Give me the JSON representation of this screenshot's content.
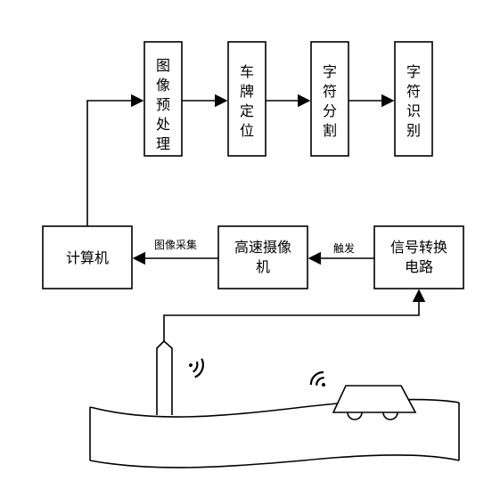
{
  "nodes": {
    "preprocess": "图像预处理",
    "plate_locate": "车牌定位",
    "char_segment": "字符分割",
    "char_recognize": "字符识别",
    "computer": "计算机",
    "camera": [
      "高速摄像",
      "机"
    ],
    "signal_circuit": [
      "信号转换",
      "电路"
    ]
  },
  "edges": {
    "image_capture": "图像采集",
    "trigger": "触发"
  },
  "icons": [
    "wireless-signal-icon",
    "wireless-signal-icon",
    "vehicle-icon",
    "road-icon",
    "sensor-probe-icon"
  ],
  "colors": {
    "stroke": "#000000",
    "background": "#ffffff"
  }
}
